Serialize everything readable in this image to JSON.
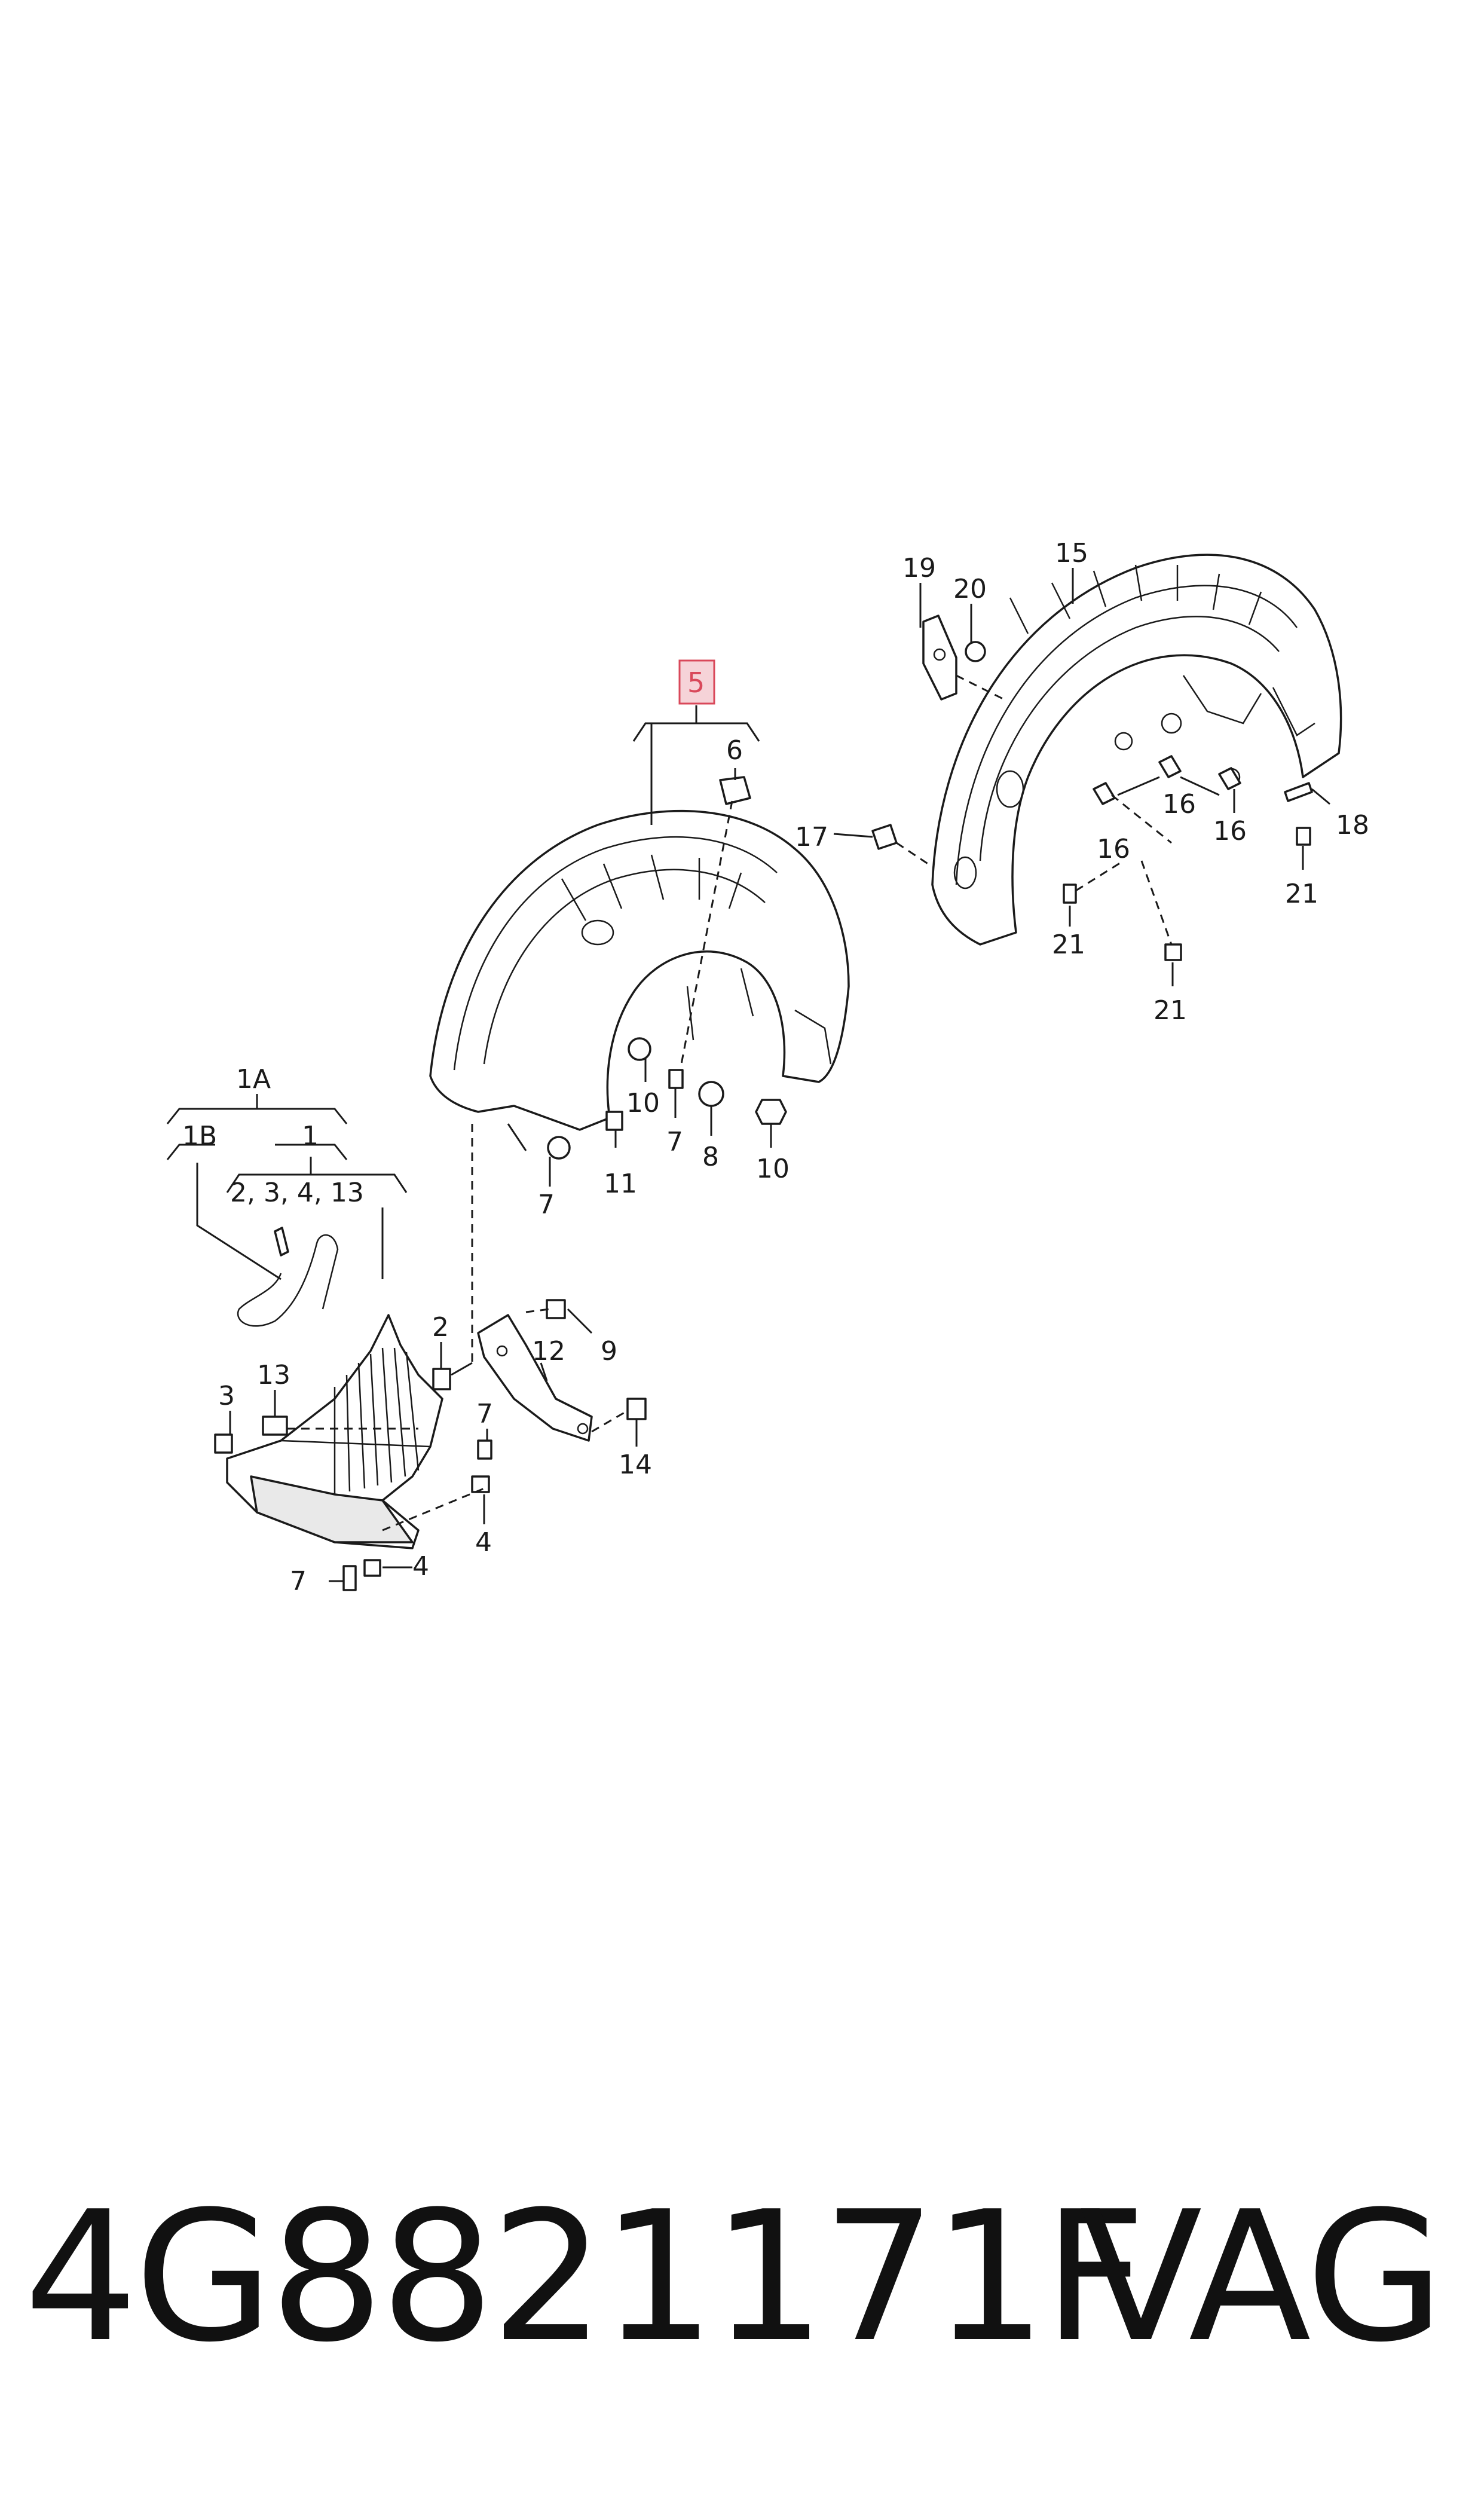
{
  "diagram": {
    "highlighted_callout": "5",
    "highlight_color": "#d9485a",
    "group_labels": {
      "g1A": "1A",
      "g1B": "1B",
      "g1": "1",
      "g1_contents": "2, 3, 4, 13"
    },
    "callouts": {
      "c2": "2",
      "c3": "3",
      "c4a": "4",
      "c4b": "4",
      "c5": "5",
      "c6": "6",
      "c7a": "7",
      "c7b": "7",
      "c7c": "7",
      "c7d": "7",
      "c8": "8",
      "c9": "9",
      "c10a": "10",
      "c10b": "10",
      "c11": "11",
      "c12": "12",
      "c13": "13",
      "c14": "14",
      "c15": "15",
      "c16a": "16",
      "c16b": "16",
      "c16c": "16",
      "c17": "17",
      "c18": "18",
      "c19": "19",
      "c20": "20",
      "c21a": "21",
      "c21b": "21",
      "c21c": "21"
    }
  },
  "footer": {
    "part_number": "4G8821171F",
    "brand": "VAG"
  }
}
